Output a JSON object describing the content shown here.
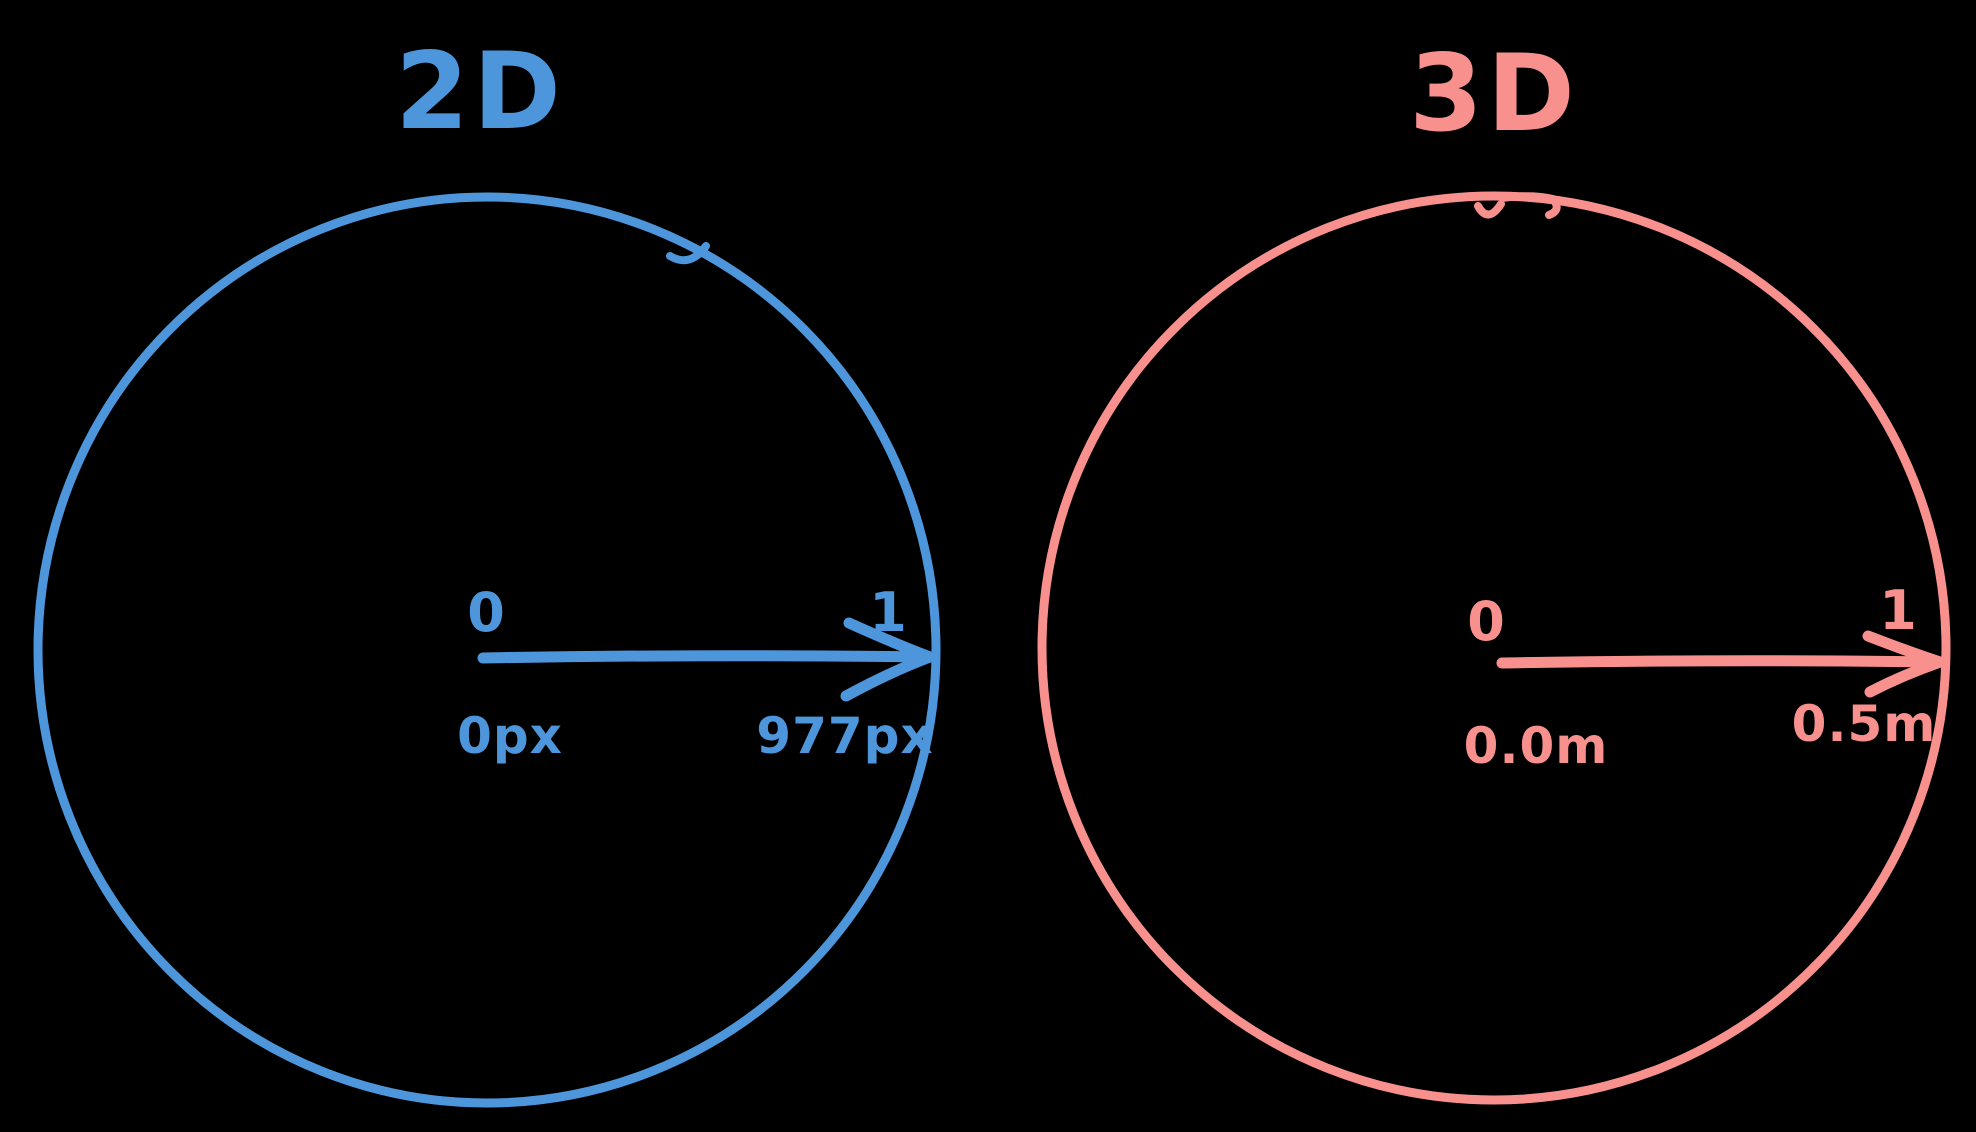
{
  "colors": {
    "background": "#000000",
    "blue": "#4E96DB",
    "pink": "#F8918D"
  },
  "panels": [
    {
      "title": "2D",
      "axis": {
        "origin_tick": "0",
        "end_tick": "1",
        "origin_label": "0px",
        "end_label": "977px"
      }
    },
    {
      "title": "3D",
      "axis": {
        "origin_tick": "0",
        "end_tick": "1",
        "origin_label": "0.0m",
        "end_label": "0.5m"
      }
    }
  ]
}
